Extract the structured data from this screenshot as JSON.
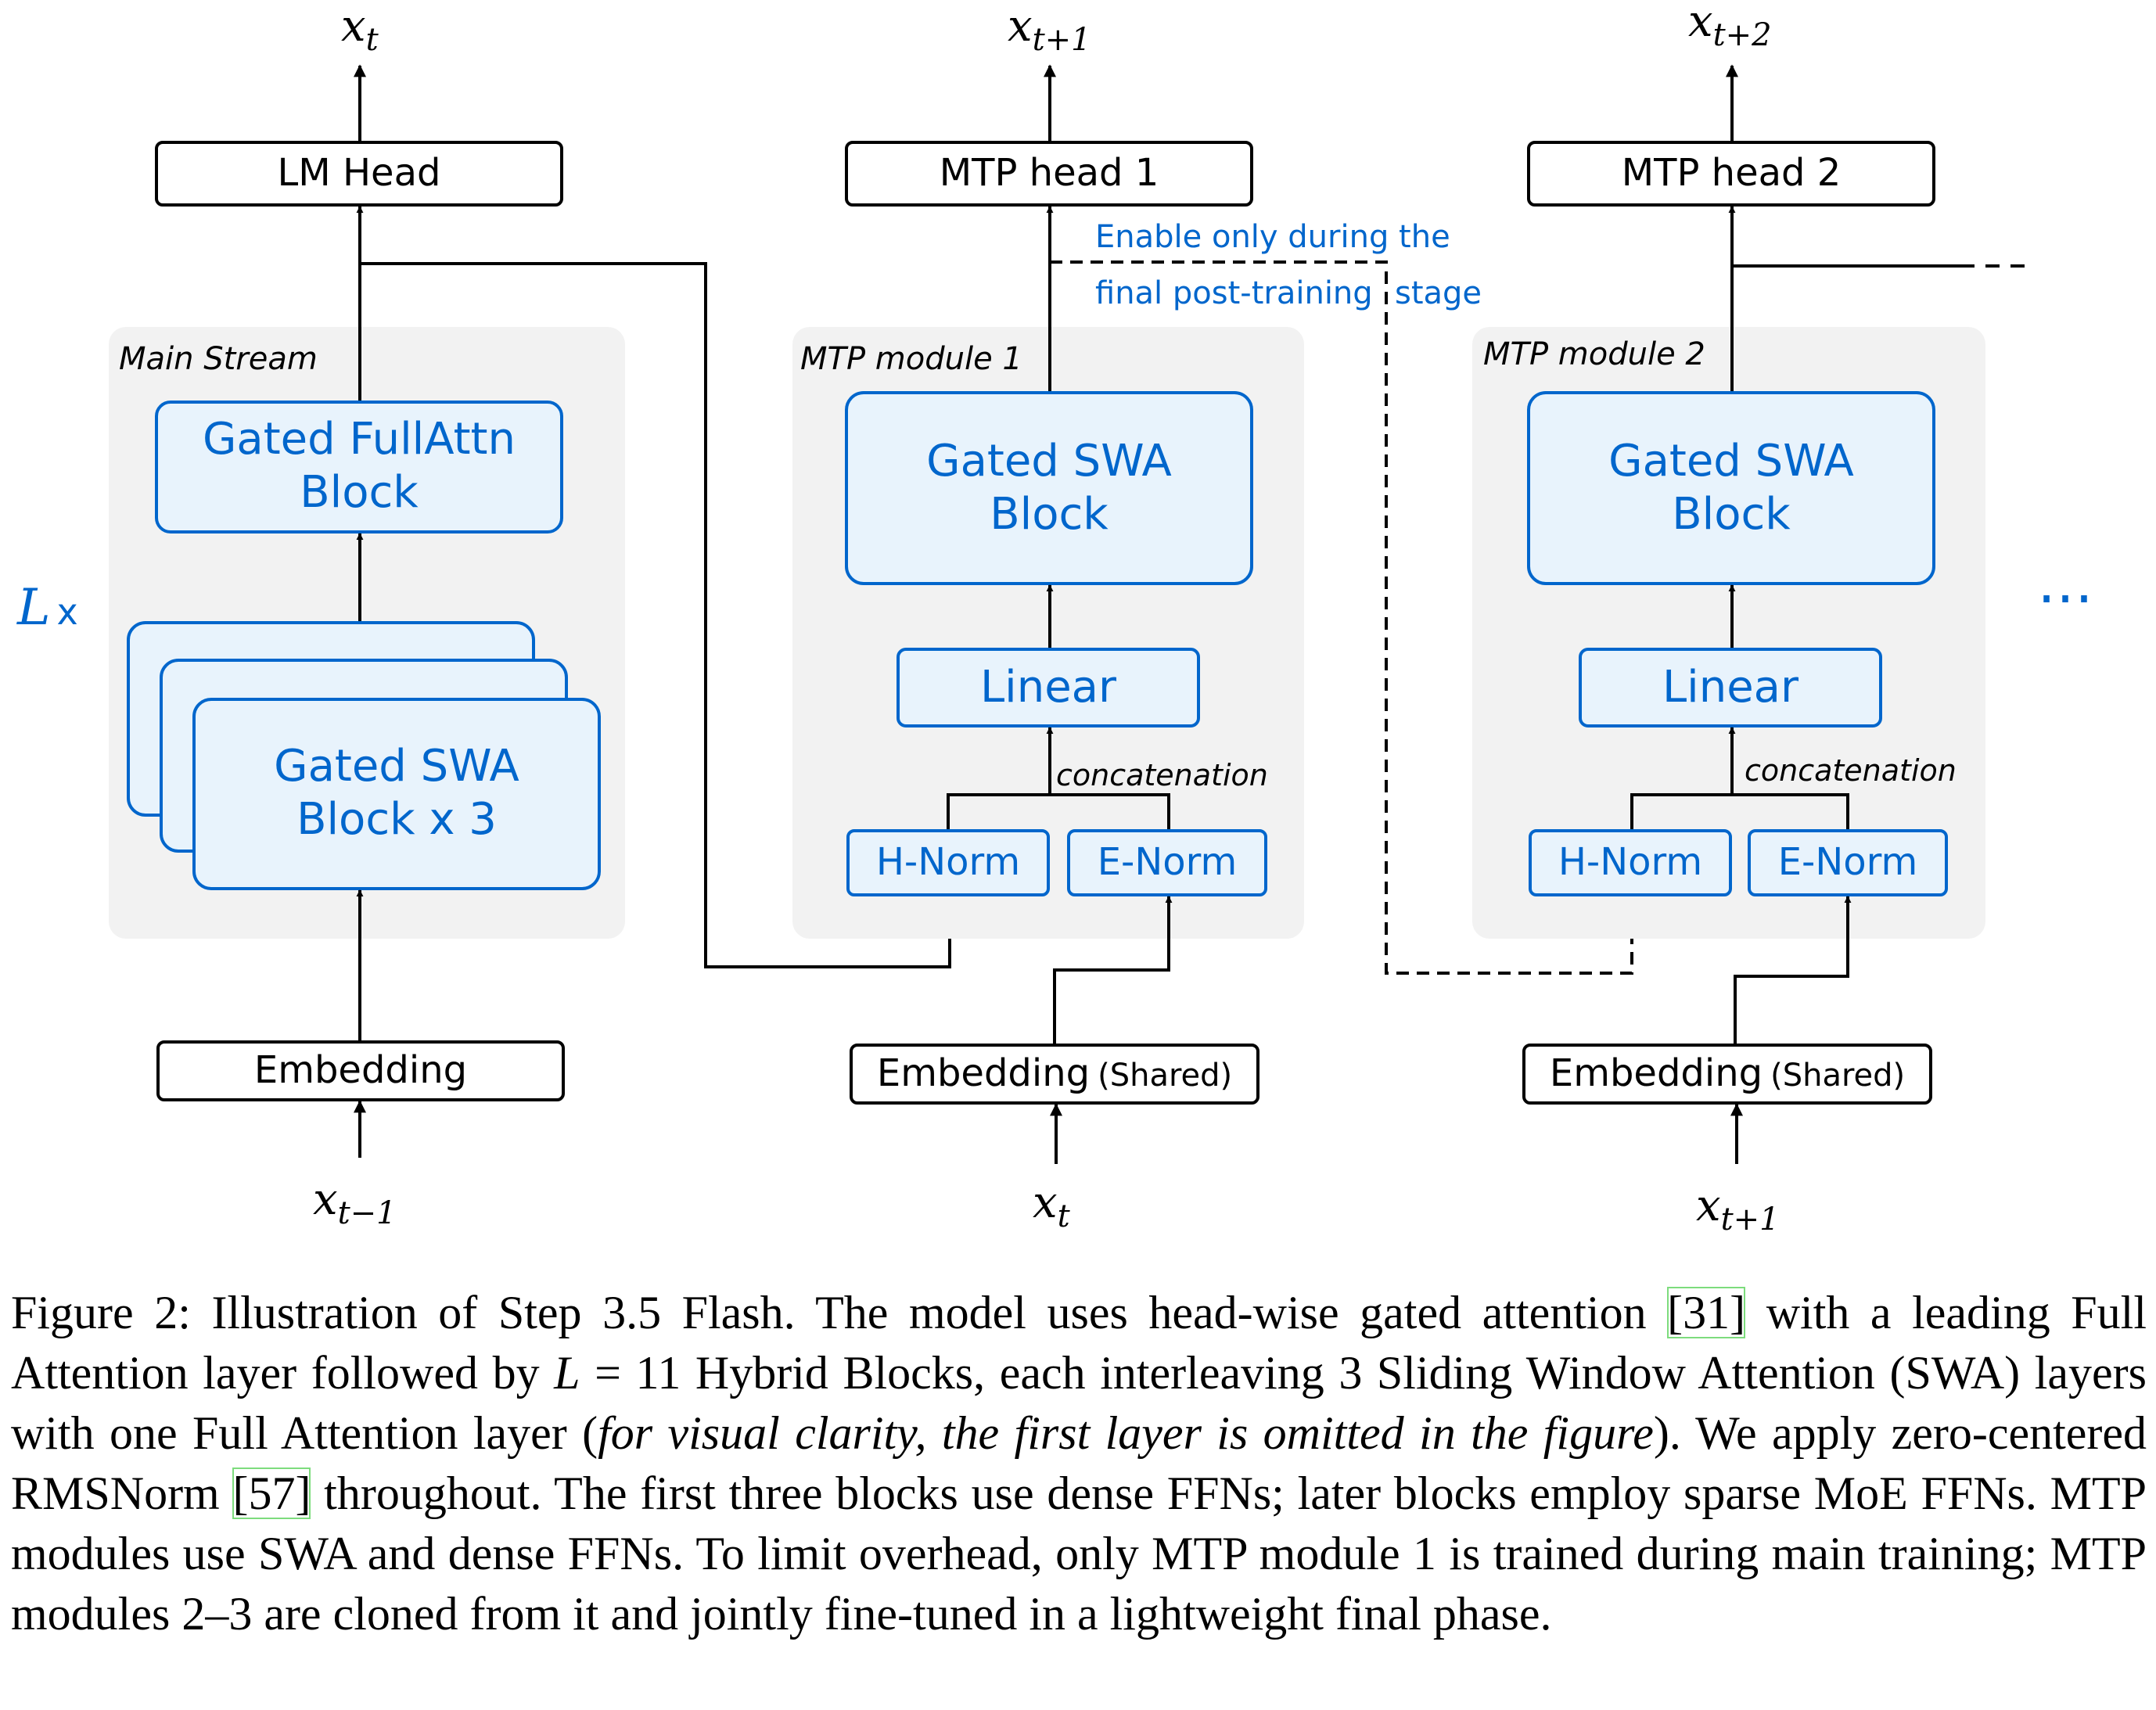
{
  "diagram": {
    "colors": {
      "accent": "#0066cc",
      "block_fill": "#e8f3fc",
      "module_bg": "#f2f2f2",
      "line": "#000000"
    },
    "main": {
      "output_token": "x",
      "output_sub": "t",
      "head": "LM Head",
      "module_label": "Main Stream",
      "full_attn": [
        "Gated FullAttn",
        "Block"
      ],
      "swa_stack": [
        "Gated SWA",
        "Block x 3"
      ],
      "layer_count": "L",
      "layer_mult": "x",
      "embedding": "Embedding",
      "input_token": "x",
      "input_sub": "t−1"
    },
    "mtp1": {
      "output_token": "x",
      "output_sub": "t+1",
      "head": "MTP head 1",
      "module_label": "MTP module 1",
      "block": [
        "Gated SWA",
        "Block"
      ],
      "linear": "Linear",
      "concat": "concatenation",
      "h_norm": "H-Norm",
      "e_norm": "E-Norm",
      "embedding": "Embedding",
      "embedding_note": "(Shared)",
      "input_token": "x",
      "input_sub": "t"
    },
    "mtp2": {
      "output_token": "x",
      "output_sub": "t+2",
      "head": "MTP head 2",
      "module_label": "MTP module 2",
      "block": [
        "Gated SWA",
        "Block"
      ],
      "linear": "Linear",
      "concat": "concatenation",
      "h_norm": "H-Norm",
      "e_norm": "E-Norm",
      "embedding": "Embedding",
      "embedding_note": "(Shared)",
      "input_token": "x",
      "input_sub": "t+1"
    },
    "note": [
      "Enable only during the",
      "final post-training",
      "stage"
    ],
    "ellipsis": "…"
  },
  "caption": {
    "p1": "Figure 2: Illustration of Step 3.5 Flash. The model uses head-wise gated attention ",
    "ref1": "[31]",
    "p2": " with a leading Full Attention layer followed by ",
    "L": "L",
    "p3": " = 11 Hybrid Blocks, each interleaving 3 Sliding Window Attention (SWA) layers with one Full Attention layer (",
    "italic": "for visual clarity, the first layer is omitted in the figure",
    "p4": "). We apply zero-centered RMSNorm ",
    "ref2": "[57]",
    "p5": " throughout. The first three blocks use dense FFNs; later blocks employ sparse MoE FFNs. MTP modules use SWA and dense FFNs. To limit overhead, only MTP module 1 is trained during main training; MTP modules 2–3 are cloned from it and jointly fine-tuned in a lightweight final phase."
  }
}
